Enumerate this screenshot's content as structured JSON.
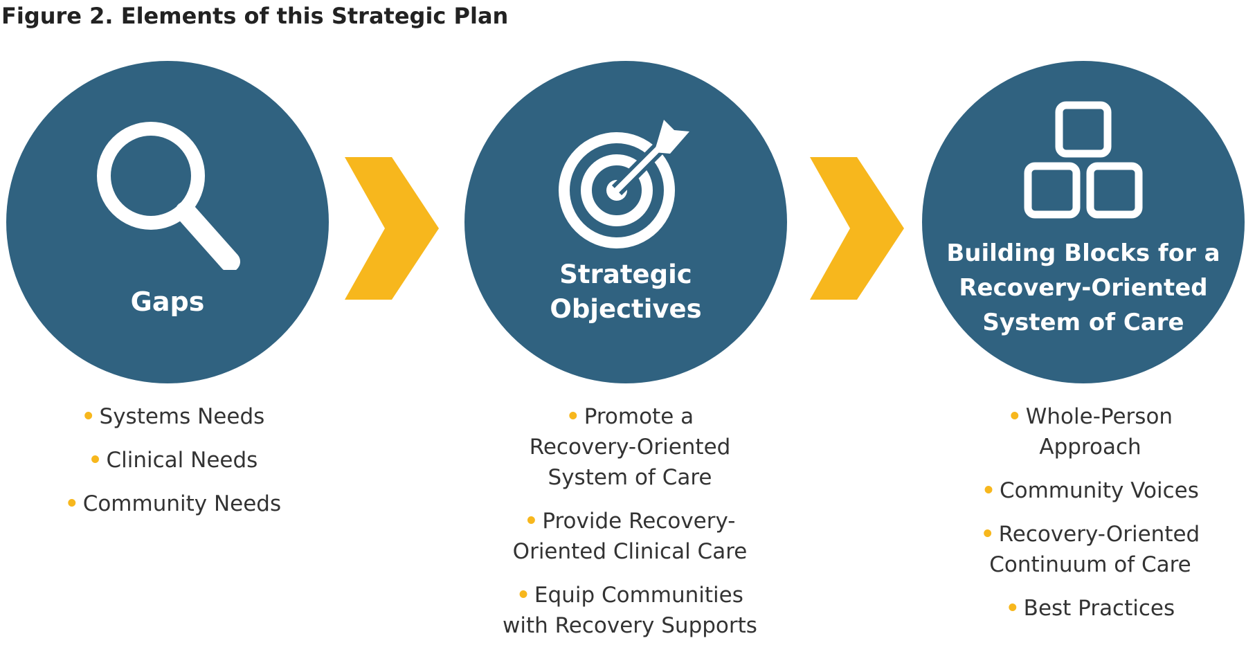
{
  "figure": {
    "title": "Figure 2. Elements of this Strategic Plan"
  },
  "colors": {
    "circle": "#306280",
    "arrow": "#F7B71D",
    "bullet": "#F7B71D",
    "text": "#333333"
  },
  "steps": [
    {
      "icon": "magnifying-glass-icon",
      "label_lines": [
        "Gaps"
      ],
      "items": [
        {
          "lines": [
            "Systems Needs"
          ]
        },
        {
          "lines": [
            "Clinical Needs"
          ]
        },
        {
          "lines": [
            "Community Needs"
          ]
        }
      ]
    },
    {
      "icon": "target-arrow-icon",
      "label_lines": [
        "Strategic",
        "Objectives"
      ],
      "items": [
        {
          "lines": [
            "Promote a",
            "Recovery-Oriented",
            "System of Care"
          ]
        },
        {
          "lines": [
            "Provide Recovery-",
            "Oriented Clinical Care"
          ]
        },
        {
          "lines": [
            "Equip Communities",
            "with Recovery Supports"
          ]
        }
      ]
    },
    {
      "icon": "building-blocks-icon",
      "label_lines": [
        "Building Blocks for a",
        "Recovery-Oriented",
        "System of Care"
      ],
      "items": [
        {
          "lines": [
            "Whole-Person",
            "Approach"
          ]
        },
        {
          "lines": [
            "Community Voices"
          ]
        },
        {
          "lines": [
            "Recovery-Oriented",
            "Continuum of Care"
          ]
        },
        {
          "lines": [
            "Best Practices"
          ]
        }
      ]
    }
  ]
}
